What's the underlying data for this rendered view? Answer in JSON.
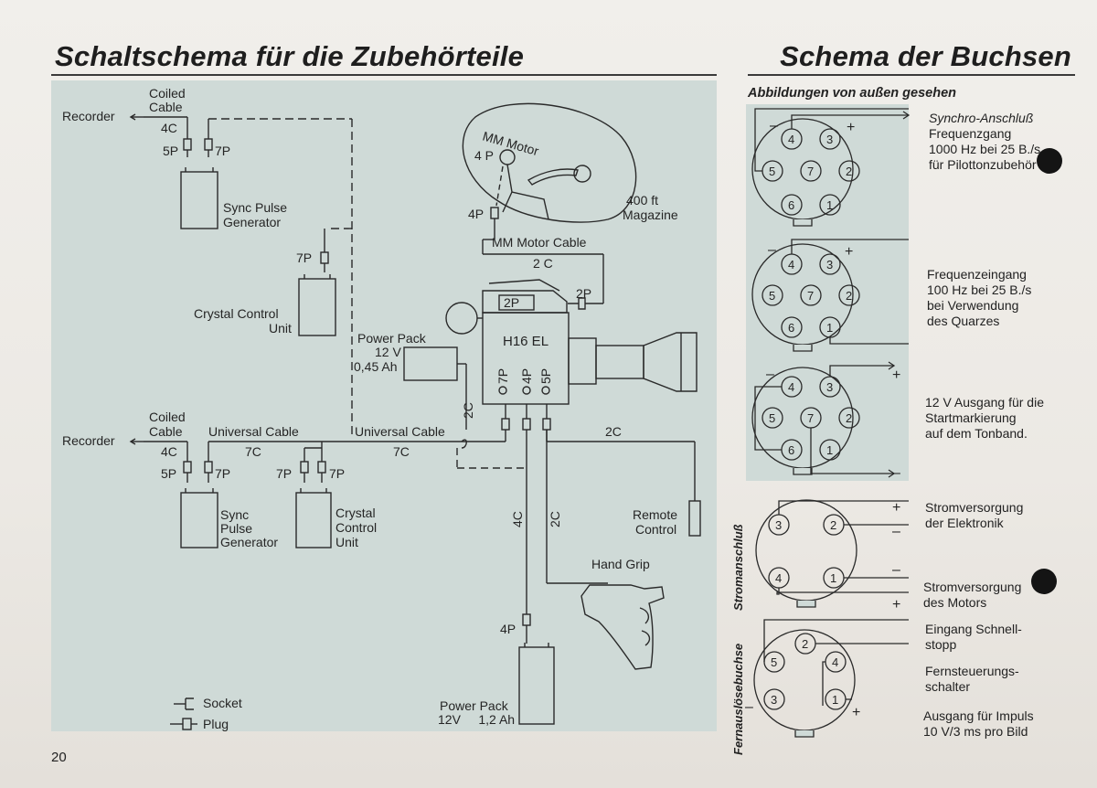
{
  "headings": {
    "left": "Schaltschema für die Zubehörteile",
    "right": "Schema der Buchsen"
  },
  "subheading": "Abbildungen von außen gesehen",
  "page_number": "20",
  "diagram": {
    "recorder_top": "Recorder",
    "coiled_cable_top": [
      "Coiled",
      "Cable"
    ],
    "cable_4c_top": "4C",
    "plug_5p_top": "5P",
    "plug_7p_top": "7P",
    "sync_gen_top": [
      "Sync Pulse",
      "Generator"
    ],
    "plug_7p_crystal_top": "7P",
    "crystal_top": [
      "Crystal Control",
      "Unit"
    ],
    "power_pack_small": [
      "Power Pack",
      "12 V",
      "0,45 Ah"
    ],
    "mm_motor": "MM Motor",
    "plug_4p_motor": "4 P",
    "plug_4p_cable": "4P",
    "magazine": [
      "400 ft",
      "Magazine"
    ],
    "mm_motor_cable": "MM Motor Cable",
    "cable_2c_motor": "2 C",
    "plug_2p_left": "2P",
    "plug_2p_right": "2P",
    "camera": "H16 EL",
    "camera_sockets": [
      "7P",
      "4P",
      "5P"
    ],
    "cable_2c_vertical": "2C",
    "recorder_bottom": "Recorder",
    "coiled_cable_bottom": [
      "Coiled",
      "Cable"
    ],
    "universal_cable_left": "Universal Cable",
    "universal_cable_right": "Universal Cable",
    "cable_4c_bottom": "4C",
    "cable_7c_left": "7C",
    "cable_7c_right": "7C",
    "plug_5p_bottom": "5P",
    "plug_7p_bottom": "7P",
    "plug_7p_bottom_2": "7P",
    "plug_7p_bottom_3": "7P",
    "sync_gen_bottom": [
      "Sync",
      "Pulse",
      "Generator"
    ],
    "crystal_bottom": [
      "Crystal",
      "Control",
      "Unit"
    ],
    "cable_2c_remote": "2C",
    "remote": [
      "Remote",
      "Control"
    ],
    "cable_4c_vertical": "4C",
    "cable_2c_grip": "2C",
    "hand_grip": "Hand Grip",
    "plug_4p_battery": "4P",
    "power_pack_large": [
      "Power Pack",
      "12V     1,2 Ah"
    ],
    "legend_socket": "Socket",
    "legend_plug": "Plug"
  },
  "sockets": {
    "synchro": {
      "pins": [
        "4",
        "3",
        "5",
        "7",
        "2",
        "6",
        "1"
      ],
      "minus": "–",
      "plus": "+",
      "desc_italic": "Synchro-Anschluß",
      "desc": "Frequenzgang\n1000 Hz bei 25 B./s\nfür Pilottonzubehör"
    },
    "frequency_input": {
      "pins": [
        "4",
        "3",
        "5",
        "7",
        "2",
        "6",
        "1"
      ],
      "minus": "–",
      "plus": "+",
      "desc": "Frequenzeingang\n100 Hz bei 25 B./s\nbei Verwendung\ndes Quarzes"
    },
    "start_marking": {
      "pins": [
        "4",
        "3",
        "5",
        "7",
        "2",
        "6",
        "1"
      ],
      "minus": "–",
      "plus_top": "+",
      "minus_bottom": "–",
      "desc": "12 V Ausgang für die\nStartmarkierung\nauf dem Tonband."
    },
    "power": {
      "side_label": "Stromanschluß",
      "pins": [
        "3",
        "2",
        "4",
        "1"
      ],
      "signs": [
        "+",
        "–",
        "–",
        "+"
      ],
      "desc_electronics": "Stromversorgung\nder Elektronik",
      "desc_motor": "Stromversorgung\ndes Motors"
    },
    "remote": {
      "side_label": "Fernauslösebuchse",
      "pins": [
        "2",
        "5",
        "4",
        "3",
        "1"
      ],
      "minus": "–",
      "plus": "+",
      "desc_quickstop": "Eingang Schnell-\nstopp",
      "desc_remote_switch": "Fernsteuerungs-\nschalter",
      "desc_pulse": "Ausgang für Impuls\n10 V/3 ms pro Bild"
    }
  }
}
